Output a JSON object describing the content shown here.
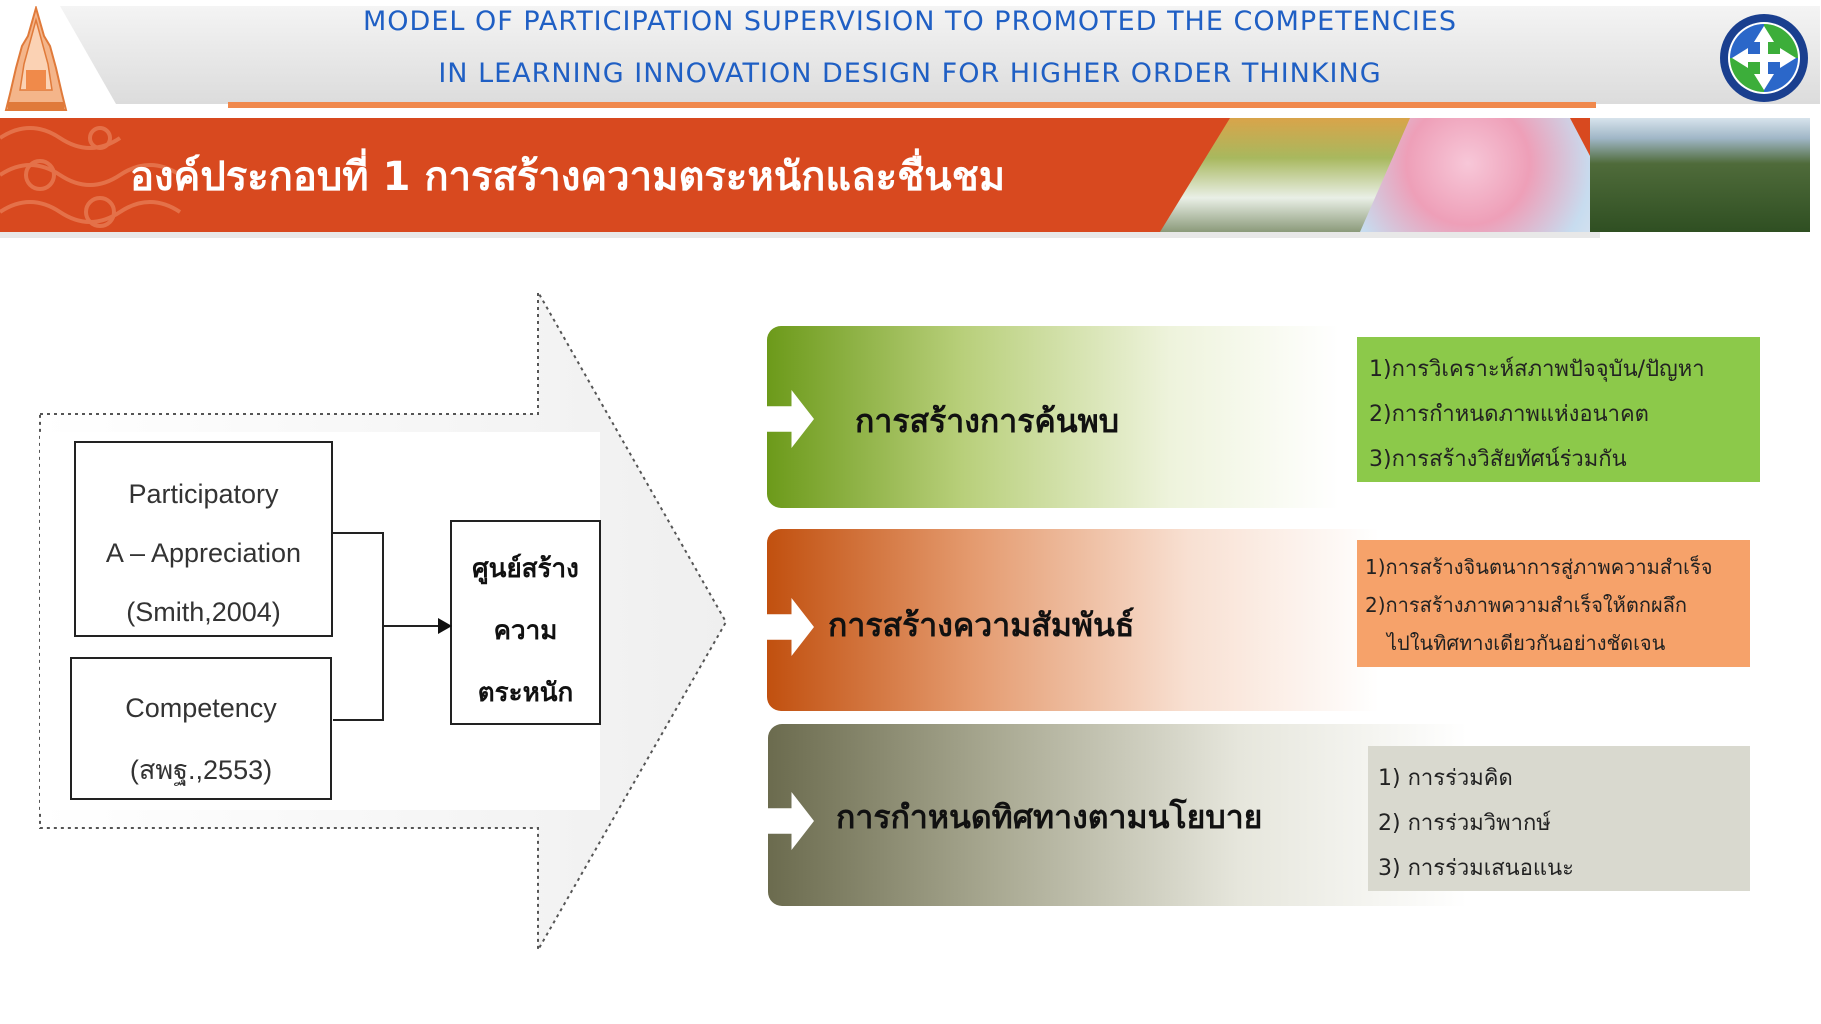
{
  "header": {
    "line1": "MODEL OF PARTICIPATION SUPERVISION  TO PROMOTED THE COMPETENCIES",
    "line2": "IN  LEARNING INNOVATION  DESIGN FOR HIGHER ORDER THINKING"
  },
  "banner": {
    "title": "องค์ประกอบที่ 1 การสร้างความตระหนักและชื่นชม"
  },
  "left_model": {
    "participatory_box": [
      "Participatory",
      "A – Appreciation",
      "(Smith,2004)"
    ],
    "competency_box": [
      "Competency",
      "(สพฐ.,2553)"
    ],
    "center_box": [
      "ศูนย์สร้าง",
      "ความ",
      "ตระหนัก"
    ]
  },
  "components": [
    {
      "label": "การสร้างการค้นพบ",
      "items": [
        "1)การวิเคราะห์สภาพปัจจุบัน/ปัญหา",
        "2)การกำหนดภาพแห่งอนาคต",
        "3)การสร้างวิสัยทัศน์ร่วมกัน"
      ],
      "color": "#8cc94a"
    },
    {
      "label": "การสร้างความสัมพันธ์",
      "items": [
        "1)การสร้างจินตนาการสู่ภาพความสำเร็จ",
        "2)การสร้างภาพความสำเร็จให้ตกผลึก",
        "ไปในทิศทางเดียวกันอย่างชัดเจน"
      ],
      "color": "#f6a26a"
    },
    {
      "label": "การกำหนดทิศทางตามนโยบาย",
      "items": [
        "1) การร่วมคิด",
        "2) การร่วมวิพากษ์",
        "3) การร่วมเสนอแนะ"
      ],
      "color": "#d9d9cf"
    }
  ],
  "colors": {
    "header_text": "#1f5fc4",
    "banner": "#d8491f",
    "accent_rule": "#f0894d"
  }
}
